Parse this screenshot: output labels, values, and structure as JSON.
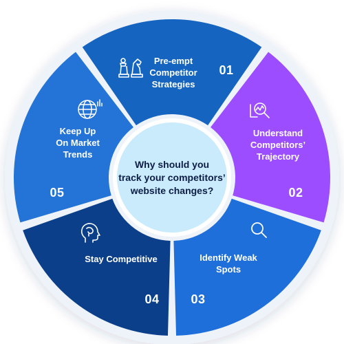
{
  "center": {
    "question": "Why should you\ntrack your competitors’\nwebsite changes?"
  },
  "segments": [
    {
      "num": "01",
      "label": "Pre-empt\nCompetitor\nStrategies",
      "icon": "chess-pieces-icon",
      "color": "#1565c0"
    },
    {
      "num": "02",
      "label": "Understand\nCompetitors’\nTrajectory",
      "icon": "trend-magnifier-icon",
      "color": "#9c4dff"
    },
    {
      "num": "03",
      "label": "Identify Weak\nSpots",
      "icon": "magnifier-icon",
      "color": "#1e6fd9"
    },
    {
      "num": "04",
      "label": "Stay Competitive",
      "icon": "brain-head-icon",
      "color": "#0b3f8a"
    },
    {
      "num": "05",
      "label": "Keep Up\nOn Market\nTrends",
      "icon": "globe-chart-icon",
      "color": "#2374d6"
    }
  ],
  "colors": {
    "center_fill": "#c9ebfb",
    "center_ring": "#ffffff",
    "outer_ring": "#eef3fa"
  }
}
